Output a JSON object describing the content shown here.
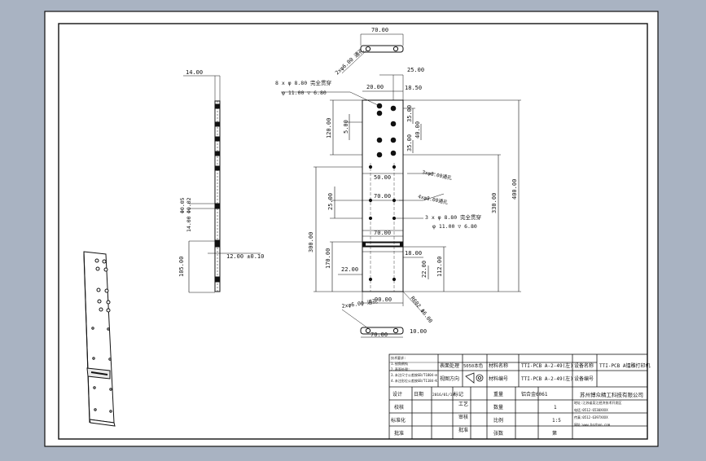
{
  "colors": {
    "background": "#a9b3c2",
    "paper": "#ffffff",
    "line": "#111111",
    "dim_line": "#222222"
  },
  "dims": {
    "side_top_width": "14.00",
    "side_slot_upper": "Φ0.05",
    "side_slot_lower": "Φ0.02",
    "side_slot_width": "14.00",
    "side_bottom_height": "105.00",
    "side_thickness": "12.00 ±0.10",
    "top_view_width": "70.00",
    "top_view_hole": "2xφ6.00 通孔",
    "front_top_right": "25.00",
    "front_top_left": "20.00",
    "front_right_edge": "18.50",
    "front_upper_h": "120.00",
    "front_small_a": "5.00",
    "front_pitch_1": "35.00",
    "front_pitch_2": "40.00",
    "front_pitch_3": "35.00",
    "front_mid_width_a": "50.00",
    "front_mid_width_b": "70.00",
    "front_mid_width_c": "70.00",
    "front_total_right": "330.00",
    "front_total_height": "400.00",
    "front_left_25": "25.00",
    "front_left_300": "300.00",
    "front_left_170": "170.00",
    "front_left_22": "22.00",
    "front_right_18": "18.00",
    "front_right_22": "22.00",
    "front_right_112": "112.00",
    "front_bottom_width": "90.00",
    "front_bottom_slot": "R602 Φ6.00",
    "bottom_view_width": "70.00",
    "bottom_view_edge": "10.00",
    "bottom_view_hole": "2xφ6.00 通孔"
  },
  "notes": {
    "holes_8x_line1": "8 x φ 8.80 完全贯穿",
    "holes_8x_line2": "φ 11.00 ▽ 6.80",
    "holes_3x_line1": "3 x φ 8.80 完全贯穿",
    "holes_3x_line2": "φ 11.00 ▽ 6.80",
    "slot_note_1": "3xφ8.00通孔",
    "slot_note_2": "4xφ8.00通孔"
  },
  "title_block": {
    "tech_notes": [
      "技术要求:",
      "1.锐角倒钝",
      "2.表面处理:",
      "3.未注尺寸公差按GB/T1804-m",
      "4.未注形位公差按GB/T1184-K"
    ],
    "surface_label": "表面处理",
    "surface_value": "5050本色",
    "projection_label": "视图方向",
    "material_label": "材料名称",
    "material_value": "铝合金6061",
    "drawing_no_label": "材料编号",
    "part_code_1": "TTI-PCB A-2-49(左)",
    "part_code_2": "TTI-PCB A-2-49(左)",
    "equipment_label": "设备名称",
    "equipment_value": "TTI-PCB A镭雕打印机",
    "equipment_no_label": "设备编号",
    "row_design": "设计",
    "row_check": "校核",
    "row_std": "标准化",
    "row_approve": "批准",
    "col_date": "日期",
    "date_value": "2016/01/18",
    "col_mark": "标记",
    "col_craft": "工艺",
    "col_audit": "审核",
    "col_approve2": "批准",
    "weight_label": "重量",
    "qty_label": "数量",
    "qty_value": "1",
    "scale_label": "比例",
    "scale_value": "1:5",
    "sheet_label": "张数",
    "sheet_value": "第",
    "company_name": "苏州博众精工科技有限公司",
    "company_addr": "地址:江苏省吴江经济技术开发区",
    "company_tel": "电话:0512-6530XXXX",
    "company_fax": "传真:0512-6397XXXX",
    "company_web": "网址:www.bozhon.com"
  }
}
